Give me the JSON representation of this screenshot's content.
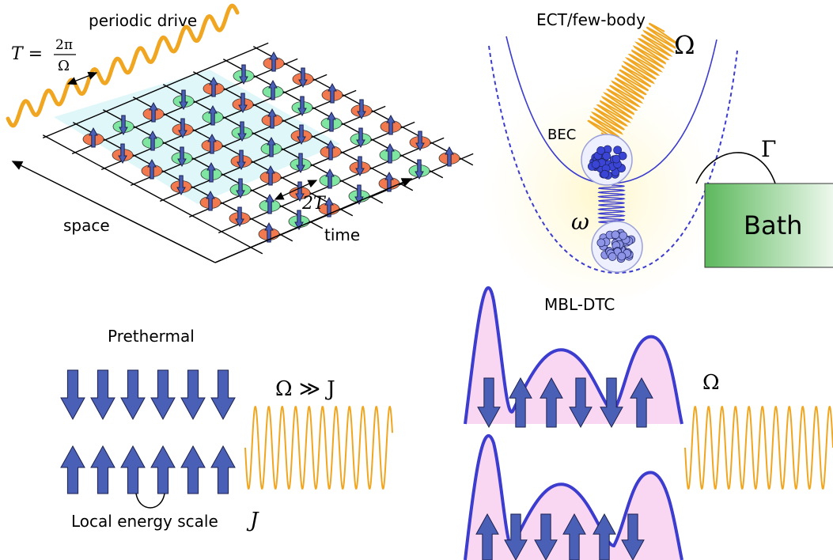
{
  "panels": {
    "periodic": {
      "title": "periodic drive",
      "period_label": "T =",
      "period_num": "2π",
      "period_den": "Ω",
      "space_label": "space",
      "time_label": "time",
      "two_t_label": "2T"
    },
    "ect": {
      "title": "ECT/few-body",
      "omega_big": "Ω",
      "bec_label": "BEC",
      "omega_small": "ω",
      "gamma_label": "Γ",
      "bath_label": "Bath"
    },
    "prethermal": {
      "title": "Prethermal",
      "condition": "Ω ≫ J",
      "scale_label": "Local energy scale",
      "scale_symbol": "J"
    },
    "mbl": {
      "title": "MBL-DTC",
      "omega_label": "Ω"
    }
  },
  "colors": {
    "arrow_blue": "#4a5fb6",
    "drive_orange": "#f0a620",
    "site_red": "#f2794d",
    "site_green": "#7ee6a0",
    "potential_blue": "#3c3ccf",
    "pink_fill": "#f9d6f2",
    "bath_green": "#5cb85c"
  }
}
